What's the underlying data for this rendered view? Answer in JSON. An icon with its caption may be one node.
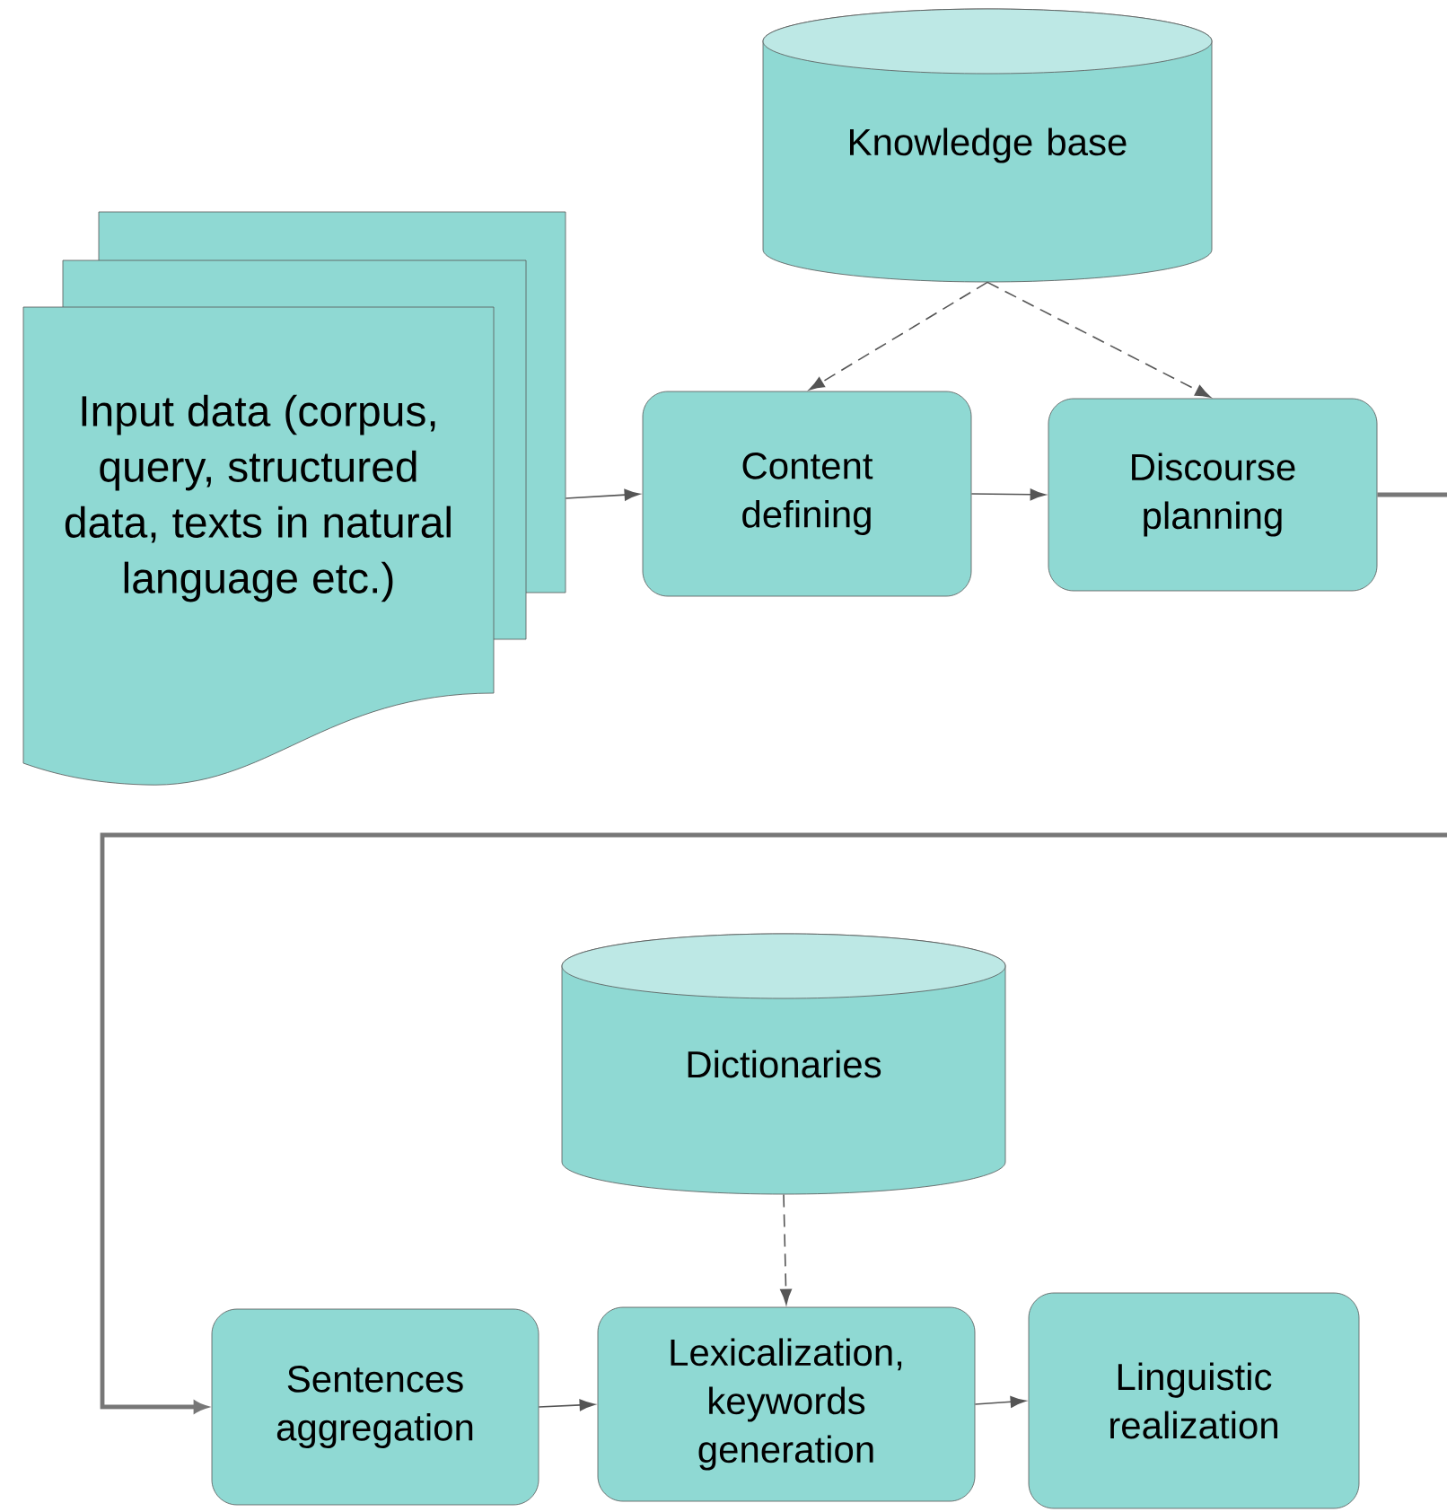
{
  "diagram": {
    "nodes": [
      {
        "text": [
          "Input data (corpus, query, structured data, texts in natural language etc.)"
        ]
      },
      {
        "text": [
          "Knowledge base"
        ]
      },
      {
        "text": [
          "Content defining"
        ]
      },
      {
        "text": [
          "Discourse planning"
        ]
      },
      {
        "text": [
          "Dictionaries"
        ]
      },
      {
        "text": [
          "Sentences aggregation"
        ]
      },
      {
        "text": [
          "Lexicalization, keywords generation"
        ]
      },
      {
        "text": [
          "Linguistic realization"
        ]
      }
    ],
    "edges": [
      {
        "from": 0,
        "to": 2,
        "arrow": "to"
      },
      {
        "from": 1,
        "to": 2,
        "arrow": "to",
        "style": "dashed"
      },
      {
        "from": 1,
        "to": 3,
        "arrow": "to",
        "style": "dashed"
      },
      {
        "from": 2,
        "to": 3,
        "arrow": "to"
      },
      {
        "from": 3,
        "to": 5,
        "arrow": "to",
        "style": "thick",
        "color": "#777777"
      },
      {
        "from": 4,
        "to": 6,
        "arrow": "to",
        "style": "dashed"
      },
      {
        "from": 5,
        "to": 6,
        "arrow": "to"
      },
      {
        "from": 6,
        "to": 7,
        "arrow": "to"
      }
    ]
  }
}
